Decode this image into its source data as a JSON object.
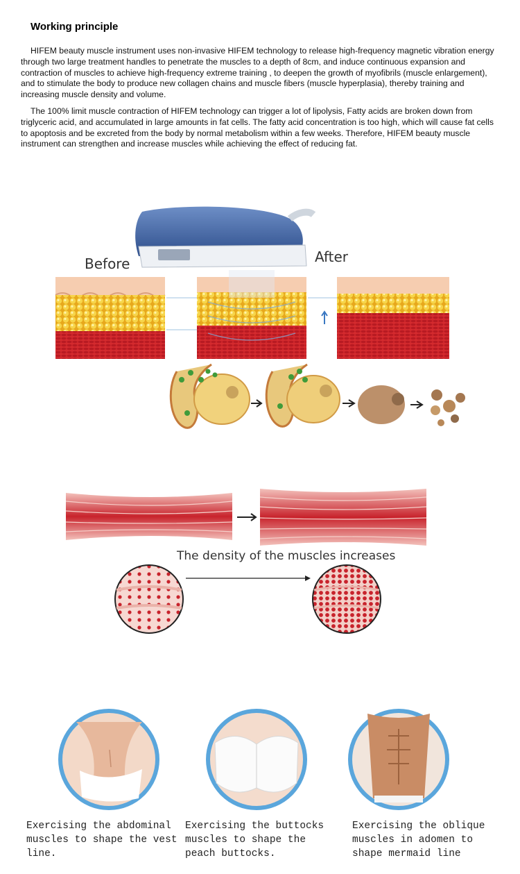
{
  "heading": "Working principle",
  "paragraphs": [
    "HIFEM beauty muscle instrument uses non-invasive HIFEM technology to release high-frequency magnetic vibration energy through two large treatment handles to penetrate the muscles to a depth of 8cm, and induce continuous expansion and contraction of muscles to achieve high-frequency extreme training , to deepen the growth of myofibrils (muscle enlargement), and to stimulate the body to produce new collagen chains and muscle fibers (muscle hyperplasia), thereby training and increasing muscle density and volume.",
    "The 100% limit muscle contraction of HIFEM technology can trigger a lot of lipolysis, Fatty acids are broken down from triglyceric acid, and accumulated in large amounts in fat cells. The fatty acid concentration is too high, which will cause fat cells to apoptosis and be excreted from the body by normal metabolism within a few weeks. Therefore, HIFEM beauty muscle instrument can strengthen and increase muscles while achieving the effect of reducing fat."
  ],
  "diagram1": {
    "before_label": "Before",
    "after_label": "After"
  },
  "diagram2": {
    "caption": "The density of the muscles increases"
  },
  "captions": [
    "Exercising the abdominal muscles to shape the vest line.",
    "Exercising the buttocks muscles to shape the peach buttocks.",
    "Exercising the oblique muscles in adomen to shape mermaid line"
  ],
  "colors": {
    "fat": "#f2c531",
    "muscle": "#d9262e",
    "skin": "#f6cdb0",
    "device": "#3f67a8",
    "ring": "#5aa6dc"
  }
}
